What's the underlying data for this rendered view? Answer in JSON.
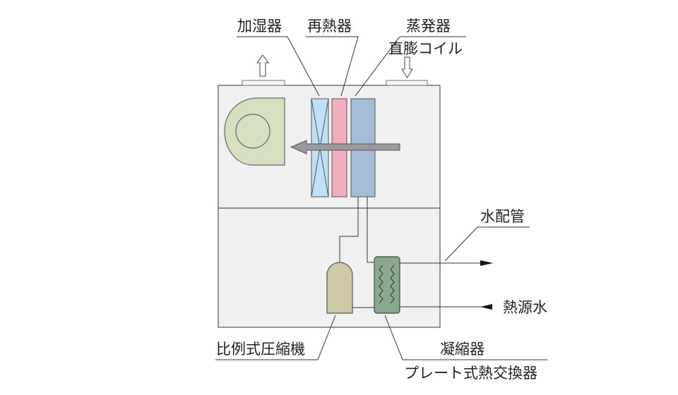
{
  "labels": {
    "humidifier": "加湿器",
    "reheater": "再熱器",
    "evaporator": "蒸発器",
    "evaporator_sub": "直膨コイル",
    "water_piping": "水配管",
    "heat_source_water": "熱源水",
    "compressor": "比例式圧縮機",
    "condenser": "凝縮器",
    "condenser_sub": "プレート式熱交換器"
  },
  "colors": {
    "cabinet": "#f0f0f0",
    "humidifier": "#bfe0f6",
    "reheater": "#f2aebf",
    "evaporator": "#a3bdd7",
    "fan": "#d6dfc0",
    "compressor": "#cbc9a8",
    "condenser": "#8aa88c",
    "airflow_arrow": "#9a9a9a"
  },
  "icons": {
    "exhaust": "up-outline-arrow-icon",
    "intake": "down-outline-arrow-icon",
    "fan": "centrifugal-fan-icon"
  }
}
